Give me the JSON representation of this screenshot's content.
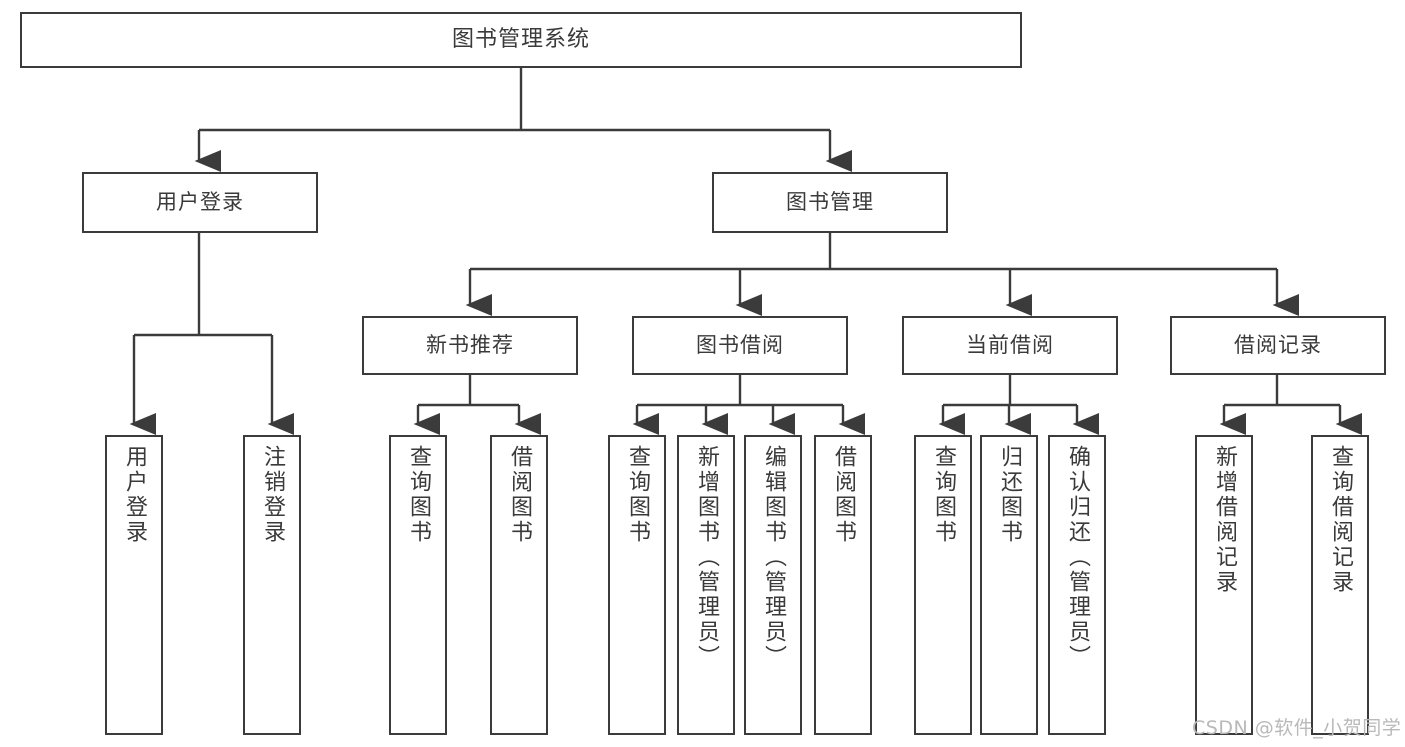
{
  "diagram": {
    "title": "图书管理系统",
    "type": "hierarchy-tree",
    "orientation": "top-down",
    "colors": {
      "stroke": "#3b3b3b",
      "fill": "#ffffff",
      "text": "#3a3a3a",
      "watermark": "#b9b9b9",
      "background": "#ffffff"
    },
    "watermark": "CSDN @软件_小贺同学"
  },
  "nodes": {
    "root": {
      "label": "图书管理系统",
      "level": 0
    },
    "level1": [
      {
        "id": "user-login",
        "label": "用户登录"
      },
      {
        "id": "book-management",
        "label": "图书管理"
      }
    ],
    "level2": [
      {
        "id": "new-book-recommend",
        "label": "新书推荐",
        "parent": "book-management"
      },
      {
        "id": "book-borrow",
        "label": "图书借阅",
        "parent": "book-management"
      },
      {
        "id": "current-borrow",
        "label": "当前借阅",
        "parent": "book-management"
      },
      {
        "id": "borrow-record",
        "label": "借阅记录",
        "parent": "book-management"
      }
    ],
    "leaves": [
      {
        "id": "leaf-user-login",
        "label": "用户登录",
        "parent": "user-login"
      },
      {
        "id": "leaf-logout-login",
        "label": "注销登录",
        "parent": "user-login"
      },
      {
        "id": "leaf-query-book-1",
        "label": "查询图书",
        "parent": "new-book-recommend"
      },
      {
        "id": "leaf-borrow-book-1",
        "label": "借阅图书",
        "parent": "new-book-recommend"
      },
      {
        "id": "leaf-query-book-2",
        "label": "查询图书",
        "parent": "book-borrow"
      },
      {
        "id": "leaf-add-book",
        "label": "新增图书（管理员）",
        "parent": "book-borrow"
      },
      {
        "id": "leaf-edit-book",
        "label": "编辑图书（管理员）",
        "parent": "book-borrow"
      },
      {
        "id": "leaf-borrow-book-2",
        "label": "借阅图书",
        "parent": "book-borrow"
      },
      {
        "id": "leaf-query-book-3",
        "label": "查询图书",
        "parent": "current-borrow"
      },
      {
        "id": "leaf-return-book",
        "label": "归还图书",
        "parent": "current-borrow"
      },
      {
        "id": "leaf-confirm-return",
        "label": "确认归还（管理员）",
        "parent": "current-borrow"
      },
      {
        "id": "leaf-add-record",
        "label": "新增借阅记录",
        "parent": "borrow-record"
      },
      {
        "id": "leaf-query-record",
        "label": "查询借阅记录",
        "parent": "borrow-record"
      }
    ]
  },
  "chart_data": {
    "type": "table",
    "title": "图书管理系统 功能结构图",
    "edges": [
      {
        "from": "图书管理系统",
        "to": "用户登录"
      },
      {
        "from": "图书管理系统",
        "to": "图书管理"
      },
      {
        "from": "用户登录",
        "to": "用户登录"
      },
      {
        "from": "用户登录",
        "to": "注销登录"
      },
      {
        "from": "图书管理",
        "to": "新书推荐"
      },
      {
        "from": "图书管理",
        "to": "图书借阅"
      },
      {
        "from": "图书管理",
        "to": "当前借阅"
      },
      {
        "from": "图书管理",
        "to": "借阅记录"
      },
      {
        "from": "新书推荐",
        "to": "查询图书"
      },
      {
        "from": "新书推荐",
        "to": "借阅图书"
      },
      {
        "from": "图书借阅",
        "to": "查询图书"
      },
      {
        "from": "图书借阅",
        "to": "新增图书（管理员）"
      },
      {
        "from": "图书借阅",
        "to": "编辑图书（管理员）"
      },
      {
        "from": "图书借阅",
        "to": "借阅图书"
      },
      {
        "from": "当前借阅",
        "to": "查询图书"
      },
      {
        "from": "当前借阅",
        "to": "归还图书"
      },
      {
        "from": "当前借阅",
        "to": "确认归还（管理员）"
      },
      {
        "from": "借阅记录",
        "to": "新增借阅记录"
      },
      {
        "from": "借阅记录",
        "to": "查询借阅记录"
      }
    ]
  }
}
